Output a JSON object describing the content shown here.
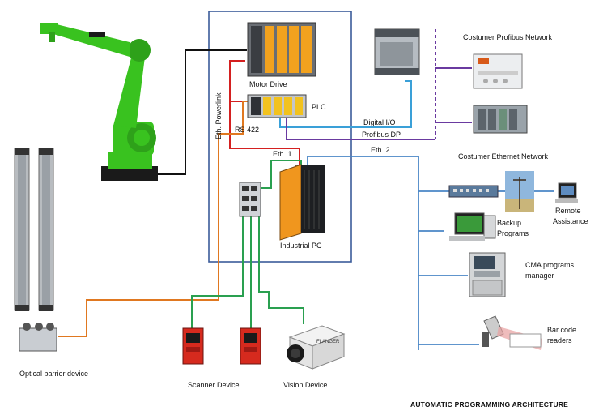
{
  "labels": {
    "motor_drive": "Motor Drive",
    "plc": "PLC",
    "eth_powerlink": "Eth. Powerlink",
    "rs422": "RS 422",
    "digital_io": "Digital I/O",
    "profibus_dp": "Profibus DP",
    "eth1": "Eth. 1",
    "eth2": "Eth. 2",
    "industrial_pc": "Industrial PC",
    "costumer_profibus": "Costumer Profibus Network",
    "costumer_ethernet": "Costumer Ethernet Network",
    "remote_assistance_1": "Remote",
    "remote_assistance_2": "Assistance",
    "backup_1": "Backup",
    "backup_2": "Programs",
    "cma_1": "CMA programs",
    "cma_2": "manager",
    "barcode_1": "Bar code",
    "barcode_2": "readers",
    "optical_barrier": "Optical barrier device",
    "scanner": "Scanner Device",
    "vision": "Vision Device",
    "architecture_title": "AUTOMATIC PROGRAMMING ARCHITECTURE",
    "camera_brand": "FLANGER"
  },
  "colors": {
    "cabinet_border": "#3b5b9a",
    "black_link": "#111111",
    "red_link": "#d42020",
    "blue_link": "#3aa0d8",
    "purple_link": "#6a3aa0",
    "green_link": "#2aa050",
    "orange_link": "#e07820",
    "ethernet_bus": "#4a86c6",
    "robot_green": "#39c21f",
    "device_red": "#d62a1e",
    "pc_orange": "#f0961e"
  }
}
